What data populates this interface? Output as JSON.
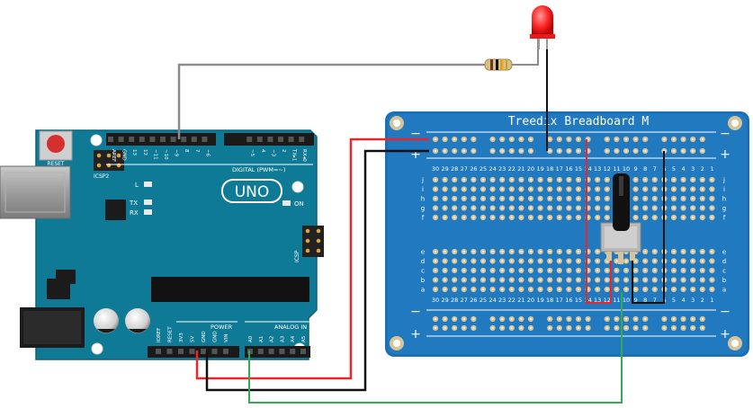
{
  "arduino": {
    "model": "UNO",
    "reset_label": "RESET",
    "icsp2_label": "ICSP2",
    "icsp_label": "ICSP",
    "l_label": "L",
    "tx_label": "TX",
    "rx_label": "RX",
    "on_label": "ON",
    "digital_label": "DIGITAL (PWM=~)",
    "power_label": "POWER",
    "analog_label": "ANALOG IN",
    "digital_pins": [
      "AREF",
      "GND",
      "13",
      "12",
      "~11",
      "~10",
      "~9",
      "8",
      "7",
      "~6",
      "~5",
      "4",
      "~3",
      "2",
      "TX▸1",
      "RX◂0"
    ],
    "power_pins": [
      "IOREF",
      "RESET",
      "3V3",
      "5V",
      "GND",
      "GND",
      "VIN"
    ],
    "analog_pins": [
      "A0",
      "A1",
      "A2",
      "A3",
      "A4",
      "A5"
    ]
  },
  "breadboard": {
    "title": "Treedix Breadboard M",
    "row_letters_top": [
      "j",
      "i",
      "h",
      "g",
      "f"
    ],
    "row_letters_bottom": [
      "e",
      "d",
      "c",
      "b",
      "a"
    ],
    "columns": [
      "30",
      "29",
      "28",
      "27",
      "26",
      "25",
      "24",
      "23",
      "22",
      "21",
      "20",
      "19",
      "18",
      "17",
      "16",
      "15",
      "14",
      "13",
      "12",
      "11",
      "10",
      "9",
      "8",
      "7",
      "6",
      "5",
      "4",
      "3",
      "2",
      "1"
    ]
  },
  "components": {
    "led": "LED",
    "resistor": "Resistor",
    "potentiometer": "Potentiometer"
  },
  "wire_colors": {
    "power_5v": "#e8262b",
    "ground": "#111111",
    "signal_a0": "#35a853",
    "led_signal": "#8c8c8c"
  }
}
